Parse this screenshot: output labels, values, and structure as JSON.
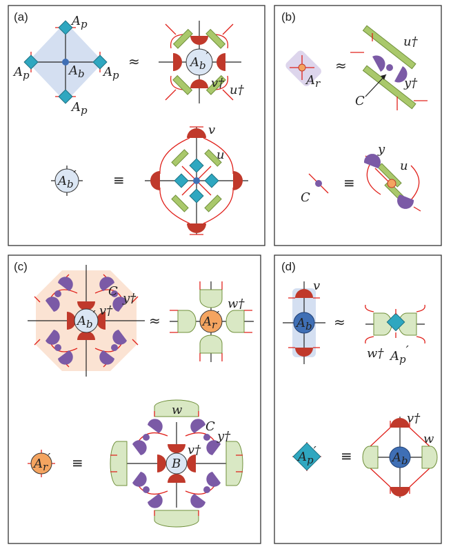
{
  "panels": {
    "a": {
      "label": "(a)",
      "top_left_tensor": "A_p",
      "top_left_labels": [
        "A",
        "p"
      ],
      "center_tensor": [
        "A",
        "b"
      ],
      "approx": "≈",
      "equiv": "≡",
      "rhs_center": [
        "A",
        "b",
        "′"
      ],
      "v_dagger": "v†",
      "u_dagger": "u†",
      "lower_lhs": [
        "A",
        "b",
        "′"
      ],
      "v": "v",
      "u": "u"
    },
    "b": {
      "label": "(b)",
      "tensor": [
        "A",
        "r"
      ],
      "approx": "≈",
      "equiv": "≡",
      "u_dagger": "u†",
      "y_dagger": "y†",
      "C": "C",
      "y": "y",
      "u": "u"
    },
    "c": {
      "label": "(c)",
      "C": "C",
      "y_dagger": "y†",
      "v_dagger": "v†",
      "center": [
        "A",
        "b",
        "′"
      ],
      "approx": "≈",
      "equiv": "≡",
      "w_dagger": "w†",
      "rhs_center": [
        "A",
        "r",
        "′"
      ],
      "lower_lhs": [
        "A",
        "r",
        "′"
      ],
      "w": "w",
      "B": "B"
    },
    "d": {
      "label": "(d)",
      "v": "v",
      "center": [
        "A",
        "b"
      ],
      "approx": "≈",
      "equiv": "≡",
      "w_dagger": "w†",
      "Ap_prime": [
        "A",
        "p",
        "′"
      ],
      "lower_lhs": [
        "A",
        "p",
        "′"
      ],
      "v_dagger": "v†",
      "w": "w",
      "lower_center": [
        "A",
        "b"
      ]
    }
  },
  "colors": {
    "red_leg": "#e0201a",
    "red_tensor": "#c0392b",
    "green_tensor": "#a9c86b",
    "light_green": "#d9e8c4",
    "purple_tensor": "#7b5aa6",
    "cyan_tensor": "#2fa7c0",
    "blue_node": "#3f6fb5",
    "light_blue_node": "#dbe6f4",
    "orange_node": "#f4a460",
    "peach_bg": "#fbe3d3",
    "blue_bg": "#c9d7ee",
    "lavender_bg": "#ddd5ec"
  }
}
